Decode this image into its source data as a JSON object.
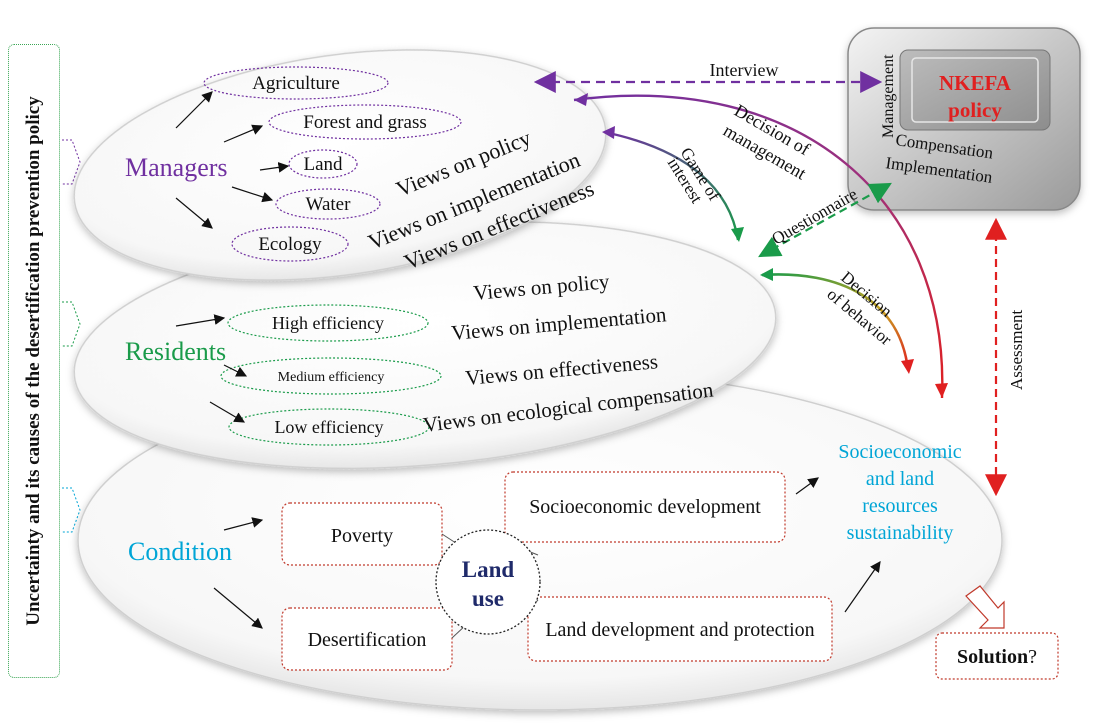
{
  "side_label": "Uncertainty and its causes of the desertification prevention policy",
  "managers": {
    "title": "Managers",
    "items": [
      "Agriculture",
      "Forest and grass",
      "Land",
      "Water",
      "Ecology"
    ],
    "views": [
      "Views on policy",
      "Views on implementation",
      "Views on effectiveness"
    ]
  },
  "residents": {
    "title": "Residents",
    "items": [
      "High efficiency",
      "Medium efficiency",
      "Low efficiency"
    ],
    "views": [
      "Views on policy",
      "Views on implementation",
      "Views on effectiveness",
      "Views on ecological compensation"
    ]
  },
  "condition": {
    "title": "Condition",
    "poverty": "Poverty",
    "desertification": "Desertification",
    "land_use_1": "Land",
    "land_use_2": "use",
    "socio_dev": "Socioeconomic development",
    "land_dev": "Land development and protection",
    "sustain_1": "Socioeconomic",
    "sustain_2": "and land",
    "sustain_3": "resources",
    "sustain_4": "sustainability"
  },
  "policy_box": {
    "line1": "NKEFA",
    "line2": "policy",
    "management": "Management",
    "compensation": "Compensation",
    "implementation": "Implementation"
  },
  "arrows": {
    "interview": "Interview",
    "decision_mgmt_1": "Decision of",
    "decision_mgmt_2": "management",
    "game_1": "Game of",
    "game_2": "interest",
    "questionnaire": "Questionnaire",
    "decision_beh_1": "Decision",
    "decision_beh_2": "of behavior",
    "assessment": "Assessment"
  },
  "solution": {
    "bold": "Solution",
    "suffix": "?"
  },
  "colors": {
    "purple": "#7030a0",
    "green": "#1a9b4a",
    "cyan": "#00a5d6",
    "red": "#e02020",
    "navy": "#1f2a6a"
  }
}
